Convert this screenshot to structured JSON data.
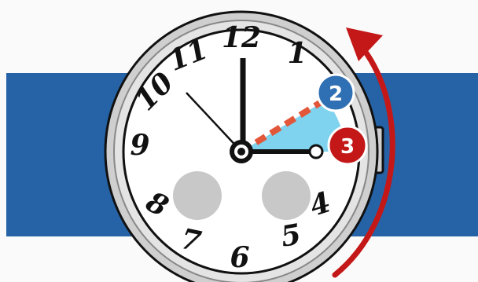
{
  "colors": {
    "background": "#fafafa",
    "band": "#2563a6",
    "arrow": "#c41818",
    "sector": "#7fd3ee",
    "dashed_line": "#e2573a",
    "badge_blue": "#2f6fb3",
    "badge_red": "#c41818",
    "clock_case": "#cfcfcf",
    "clock_face": "#ffffff",
    "hands": "#111111",
    "subdials": "#c8c8c8"
  },
  "clock": {
    "numerals": [
      "12",
      "1",
      "2",
      "3",
      "4",
      "5",
      "6",
      "7",
      "8",
      "9",
      "10",
      "11"
    ]
  },
  "badges": {
    "blue": "2",
    "red": "3"
  },
  "icons": {
    "arrow": "counterclockwise-arrow-icon",
    "crown": "watch-crown-icon"
  }
}
